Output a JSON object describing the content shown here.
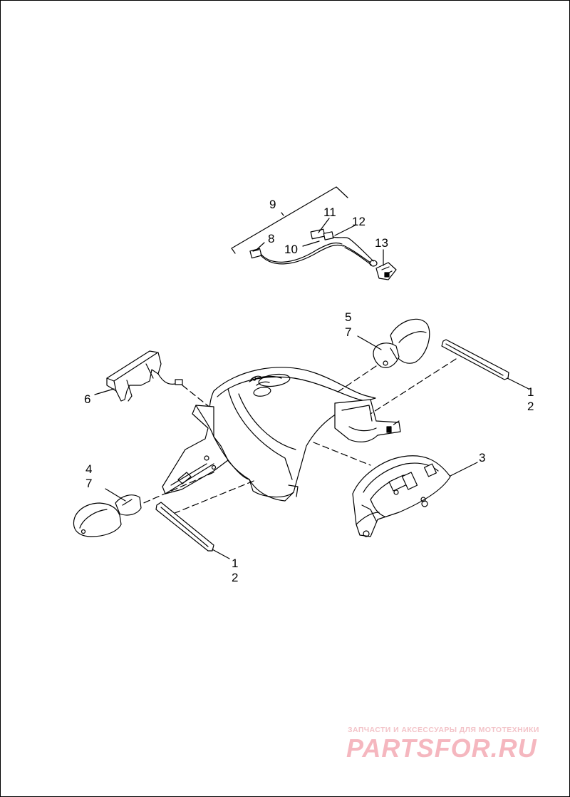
{
  "callouts": {
    "c1a": "1",
    "c2a": "2",
    "c1b": "1",
    "c2b": "2",
    "c3": "3",
    "c4": "4",
    "c7a": "7",
    "c5": "5",
    "c7b": "7",
    "c6": "6",
    "c8": "8",
    "c9": "9",
    "c10": "10",
    "c11": "11",
    "c12": "12",
    "c13": "13"
  },
  "watermark": {
    "caption": "ЗАПЧАСТИ И АКСЕССУАРЫ ДЛЯ МОТОТЕХНИКИ",
    "logo": "PARTSFOR.RU"
  },
  "colors": {
    "line": "#000000",
    "watermark": "#f5b7bf"
  }
}
